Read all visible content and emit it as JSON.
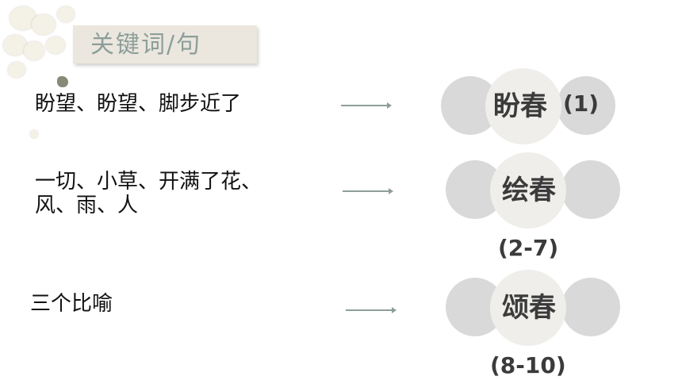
{
  "title": "关键词/句",
  "rows": [
    {
      "keywords": [
        "盼望、盼望、脚步近了"
      ],
      "section": "盼春",
      "range": "(1)"
    },
    {
      "keywords": [
        "一切、小草、开满了花、",
        "风、雨、人"
      ],
      "section": "绘春",
      "range": "(2-7)"
    },
    {
      "keywords": [
        "三个比喻"
      ],
      "section": "颂春",
      "range": "(8-10)"
    }
  ],
  "colors": {
    "accent": "#8d9e9a",
    "banner": "#ebe7de",
    "circle_side": "#d9d9d9",
    "circle_mid": "#efeeea",
    "label": "#3b3b3b"
  },
  "icons": [
    "flower-decoration-icon",
    "arrow-right-icon"
  ]
}
